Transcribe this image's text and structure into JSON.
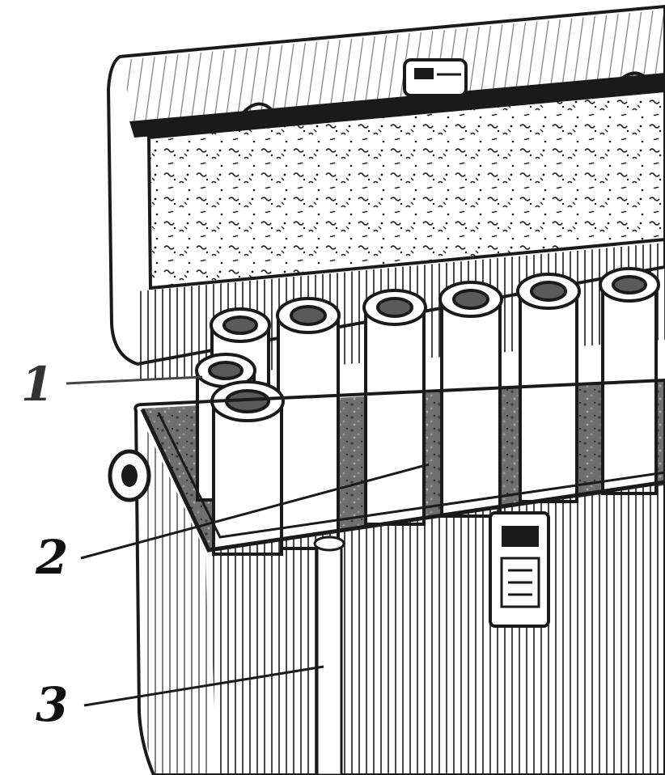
{
  "callouts": [
    {
      "id": "1",
      "text": "1"
    },
    {
      "id": "2",
      "text": "2"
    },
    {
      "id": "3",
      "text": "3"
    }
  ],
  "colors": {
    "ink": "#1a1a1a",
    "paper": "#ffffff",
    "shadow": "#5a5a5a"
  }
}
